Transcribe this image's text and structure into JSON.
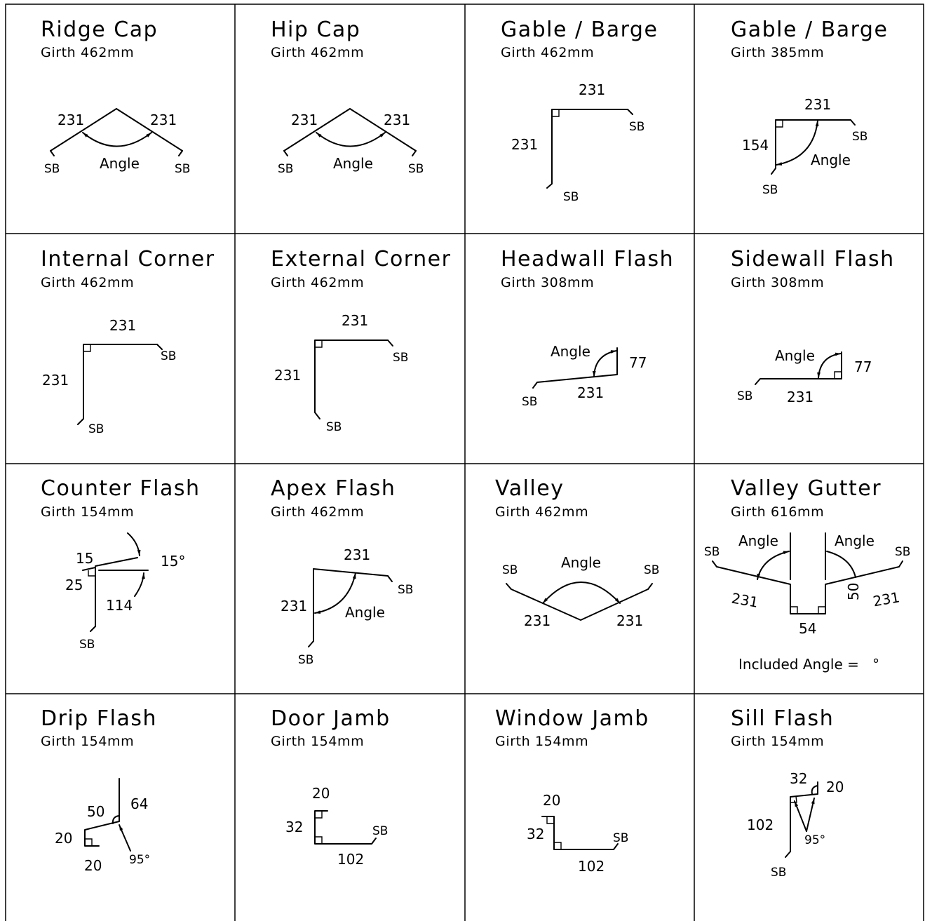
{
  "panels": [
    {
      "title": "Ridge Cap",
      "girth": "Girth 462mm",
      "labels": [
        "231",
        "231",
        "Angle",
        "SB",
        "SB"
      ]
    },
    {
      "title": "Hip Cap",
      "girth": "Girth 462mm",
      "labels": [
        "231",
        "231",
        "Angle",
        "SB",
        "SB"
      ]
    },
    {
      "title": "Gable / Barge",
      "girth": "Girth 462mm",
      "labels": [
        "231",
        "231",
        "SB",
        "SB"
      ]
    },
    {
      "title": "Gable / Barge",
      "girth": "Girth 385mm",
      "labels": [
        "231",
        "154",
        "SB",
        "Angle",
        "SB"
      ]
    },
    {
      "title": "Internal Corner",
      "girth": "Girth 462mm",
      "labels": [
        "231",
        "231",
        "SB",
        "SB"
      ]
    },
    {
      "title": "External Corner",
      "girth": "Girth 462mm",
      "labels": [
        "231",
        "231",
        "SB",
        "SB"
      ]
    },
    {
      "title": "Headwall Flash",
      "girth": "Girth 308mm",
      "labels": [
        "Angle",
        "77",
        "231",
        "SB"
      ]
    },
    {
      "title": "Sidewall Flash",
      "girth": "Girth 308mm",
      "labels": [
        "Angle",
        "77",
        "231",
        "SB"
      ]
    },
    {
      "title": "Counter Flash",
      "girth": "Girth 154mm",
      "labels": [
        "15",
        "15°",
        "25",
        "114",
        "SB"
      ]
    },
    {
      "title": "Apex Flash",
      "girth": "Girth 462mm",
      "labels": [
        "231",
        "SB",
        "231",
        "Angle",
        "SB"
      ]
    },
    {
      "title": "Valley",
      "girth": "Girth 462mm",
      "labels": [
        "Angle",
        "SB",
        "SB",
        "231",
        "231"
      ]
    },
    {
      "title": "Valley Gutter",
      "girth": "Girth 616mm",
      "labels": [
        "Angle",
        "Angle",
        "SB",
        "SB",
        "231",
        "231",
        "50",
        "54",
        "Included Angle =   °"
      ]
    },
    {
      "title": "Drip Flash",
      "girth": "Girth 154mm",
      "labels": [
        "64",
        "50",
        "20",
        "20",
        "95°"
      ]
    },
    {
      "title": "Door Jamb",
      "girth": "Girth 154mm",
      "labels": [
        "20",
        "32",
        "SB",
        "102"
      ]
    },
    {
      "title": "Window Jamb",
      "girth": "Girth 154mm",
      "labels": [
        "20",
        "32",
        "SB",
        "102"
      ]
    },
    {
      "title": "Sill Flash",
      "girth": "Girth 154mm",
      "labels": [
        "32",
        "20",
        "102",
        "95°",
        "SB"
      ]
    }
  ]
}
